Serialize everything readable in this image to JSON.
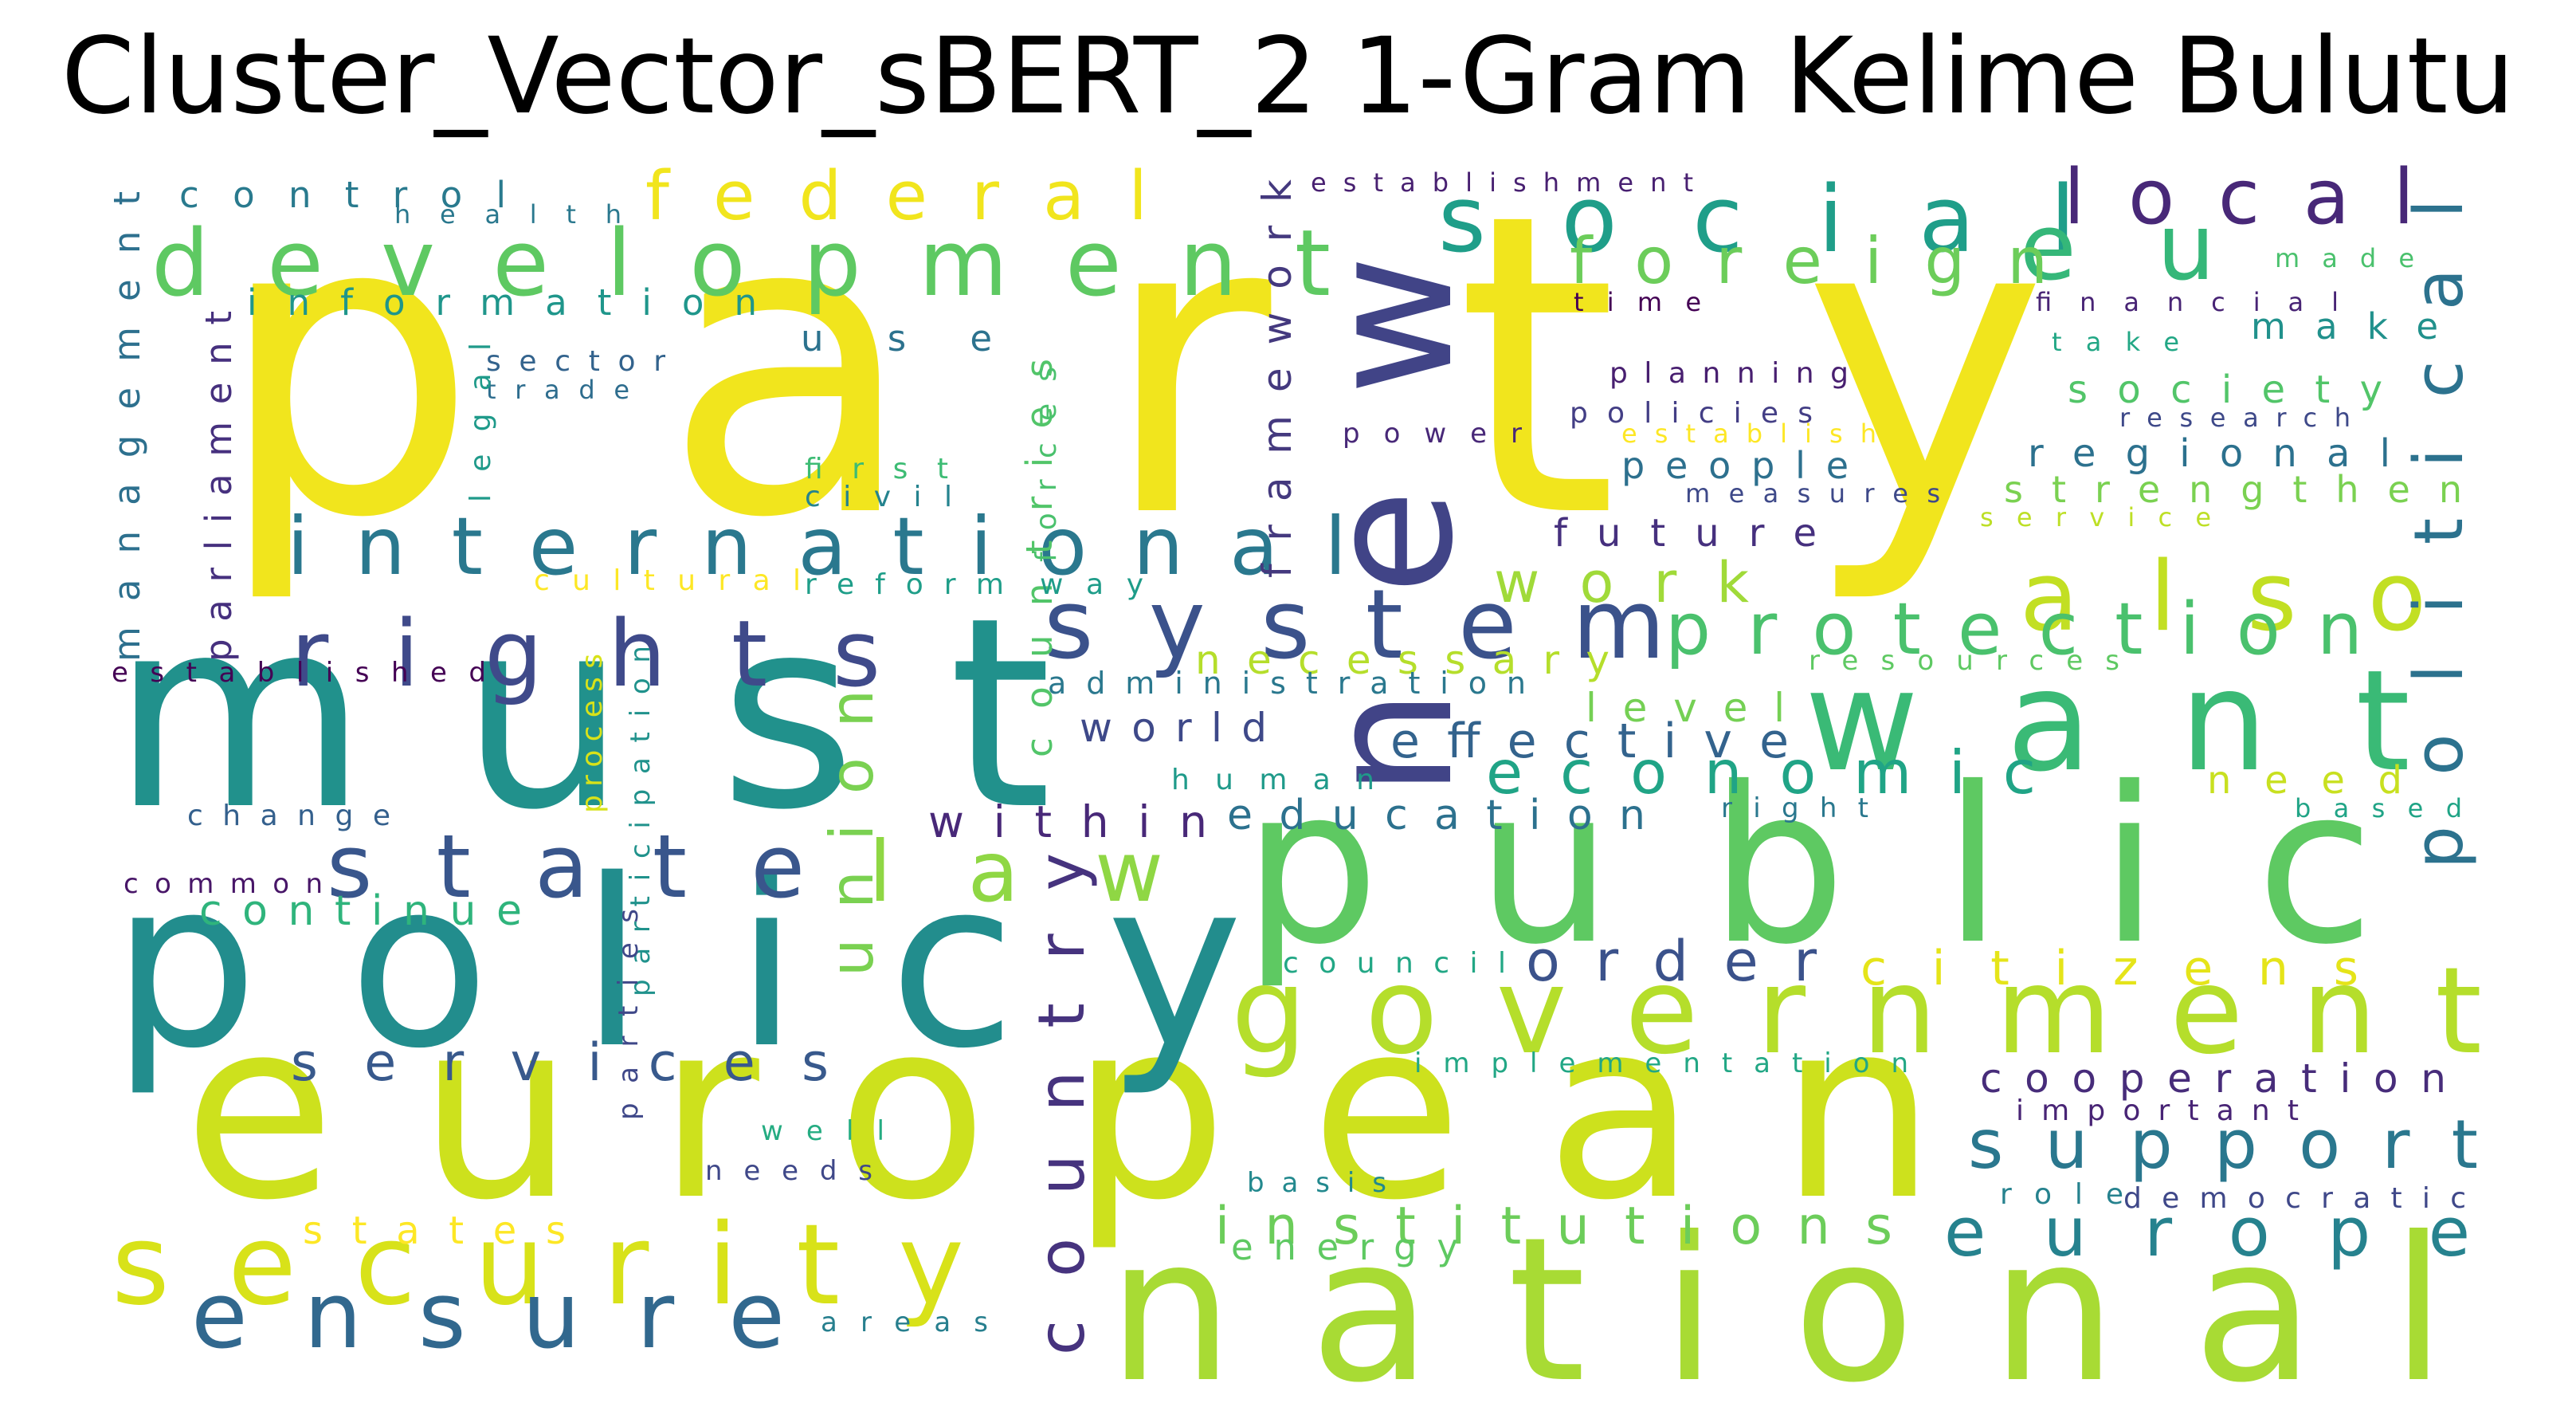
{
  "title": "Cluster_Vector_sBERT_2 1-Gram Kelime Bulutu",
  "words": [
    {
      "text": "party",
      "color": "#f1e51d"
    },
    {
      "text": "must",
      "color": "#21918c"
    },
    {
      "text": "european",
      "color": "#cde11d"
    },
    {
      "text": "policy",
      "color": "#228d8d"
    },
    {
      "text": "public",
      "color": "#5ec962"
    },
    {
      "text": "national",
      "color": "#a8db34"
    },
    {
      "text": "new",
      "color": "#414487"
    },
    {
      "text": "want",
      "color": "#3aba76"
    },
    {
      "text": "government",
      "color": "#b5de2b"
    },
    {
      "text": "security",
      "color": "#d8e219"
    },
    {
      "text": "development",
      "color": "#5ec962"
    },
    {
      "text": "international",
      "color": "#2a788e"
    },
    {
      "text": "system",
      "color": "#3b528b"
    },
    {
      "text": "rights",
      "color": "#3f4a8a"
    },
    {
      "text": "state",
      "color": "#39568c"
    },
    {
      "text": "ensure",
      "color": "#31688e"
    },
    {
      "text": "social",
      "color": "#1f9e89"
    },
    {
      "text": "eu",
      "color": "#35b779"
    },
    {
      "text": "local",
      "color": "#482878"
    },
    {
      "text": "also",
      "color": "#c2df23"
    },
    {
      "text": "protection",
      "color": "#4ac16d"
    },
    {
      "text": "political",
      "color": "#2c728e"
    },
    {
      "text": "law",
      "color": "#8fd744"
    },
    {
      "text": "country",
      "color": "#46337e"
    },
    {
      "text": "union",
      "color": "#7ad151"
    },
    {
      "text": "europe",
      "color": "#26828e"
    },
    {
      "text": "support",
      "color": "#2a778e"
    },
    {
      "text": "institutions",
      "color": "#6ccd5a"
    },
    {
      "text": "federal",
      "color": "#f1e51d"
    },
    {
      "text": "foreign",
      "color": "#6ccd5a"
    },
    {
      "text": "economic",
      "color": "#20a486"
    },
    {
      "text": "order",
      "color": "#3b528b"
    },
    {
      "text": "citizens",
      "color": "#e5e419"
    },
    {
      "text": "services",
      "color": "#38598c"
    },
    {
      "text": "cooperation",
      "color": "#472c7a"
    },
    {
      "text": "effective",
      "color": "#33638d"
    },
    {
      "text": "work",
      "color": "#a0da39"
    },
    {
      "text": "framework",
      "color": "#44397e"
    },
    {
      "text": "countries",
      "color": "#52c569"
    },
    {
      "text": "management",
      "color": "#2d708e"
    },
    {
      "text": "parliament",
      "color": "#46307e"
    },
    {
      "text": "control",
      "color": "#297a8e"
    },
    {
      "text": "information",
      "color": "#1f968b"
    },
    {
      "text": "health",
      "color": "#2a788e"
    },
    {
      "text": "use",
      "color": "#2c728e"
    },
    {
      "text": "sector",
      "color": "#33638d"
    },
    {
      "text": "trade",
      "color": "#2e6d8e"
    },
    {
      "text": "legal",
      "color": "#1f9a8a"
    },
    {
      "text": "first",
      "color": "#3dbc74"
    },
    {
      "text": "civil",
      "color": "#25838e"
    },
    {
      "text": "forces",
      "color": "#4ac16d"
    },
    {
      "text": "cultural",
      "color": "#fde725"
    },
    {
      "text": "reform",
      "color": "#1f9e89"
    },
    {
      "text": "way",
      "color": "#1e9c89"
    },
    {
      "text": "established",
      "color": "#440154"
    },
    {
      "text": "necessary",
      "color": "#b5de2b"
    },
    {
      "text": "administration",
      "color": "#2a788e"
    },
    {
      "text": "world",
      "color": "#3e4989"
    },
    {
      "text": "level",
      "color": "#75d054"
    },
    {
      "text": "human",
      "color": "#1f9a8a"
    },
    {
      "text": "within",
      "color": "#482878"
    },
    {
      "text": "education",
      "color": "#2c718e"
    },
    {
      "text": "change",
      "color": "#34608d"
    },
    {
      "text": "common",
      "color": "#481668"
    },
    {
      "text": "continue",
      "color": "#2fb47c"
    },
    {
      "text": "process",
      "color": "#d8e219"
    },
    {
      "text": "participation",
      "color": "#20928c"
    },
    {
      "text": "parties",
      "color": "#3f4889"
    },
    {
      "text": "well",
      "color": "#25ac82"
    },
    {
      "text": "needs",
      "color": "#3f4889"
    },
    {
      "text": "states",
      "color": "#fde725"
    },
    {
      "text": "areas",
      "color": "#277f8e"
    },
    {
      "text": "energy",
      "color": "#5ec962"
    },
    {
      "text": "basis",
      "color": "#23898e"
    },
    {
      "text": "council",
      "color": "#22a785"
    },
    {
      "text": "implementation",
      "color": "#22a785"
    },
    {
      "text": "establishment",
      "color": "#482071"
    },
    {
      "text": "time",
      "color": "#440154"
    },
    {
      "text": "financial",
      "color": "#482475"
    },
    {
      "text": "made",
      "color": "#4ac16d"
    },
    {
      "text": "take",
      "color": "#22a785"
    },
    {
      "text": "make",
      "color": "#21918c"
    },
    {
      "text": "planning",
      "color": "#481f70"
    },
    {
      "text": "policies",
      "color": "#433e85"
    },
    {
      "text": "establish",
      "color": "#fde725"
    },
    {
      "text": "power",
      "color": "#482878"
    },
    {
      "text": "society",
      "color": "#52c569"
    },
    {
      "text": "research",
      "color": "#3e4989"
    },
    {
      "text": "regional",
      "color": "#2c718e"
    },
    {
      "text": "people",
      "color": "#2d708e"
    },
    {
      "text": "measures",
      "color": "#3e4989"
    },
    {
      "text": "strengthen",
      "color": "#7ad151"
    },
    {
      "text": "service",
      "color": "#bddf26"
    },
    {
      "text": "future",
      "color": "#46307e"
    },
    {
      "text": "resources",
      "color": "#5ec962"
    },
    {
      "text": "right",
      "color": "#2a788e"
    },
    {
      "text": "need",
      "color": "#c8e020"
    },
    {
      "text": "based",
      "color": "#20a486"
    },
    {
      "text": "important",
      "color": "#482475"
    },
    {
      "text": "role",
      "color": "#26828e"
    },
    {
      "text": "democratic",
      "color": "#3f4889"
    }
  ]
}
